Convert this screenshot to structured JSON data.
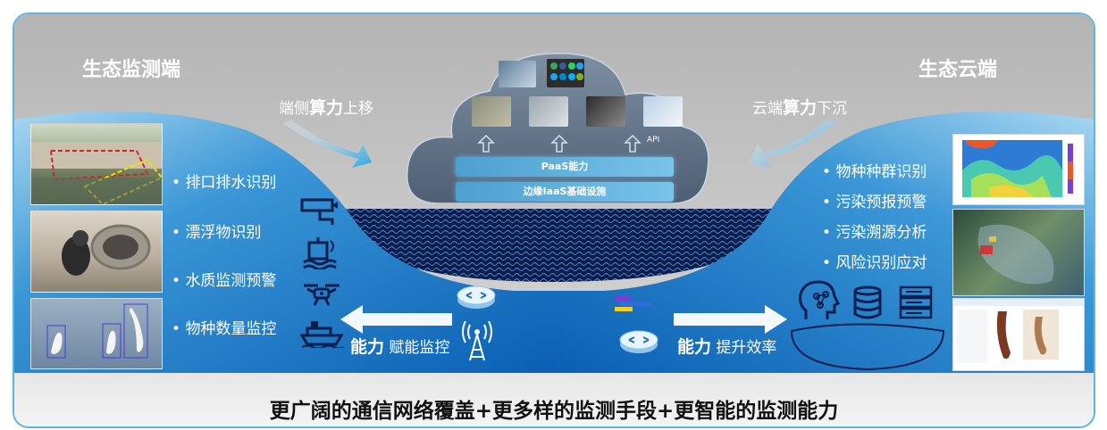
{
  "left": {
    "title": "生态监测端",
    "move_prefix": "端侧",
    "move_bold": "算力",
    "move_suffix": "上移",
    "bullets": [
      "排口排水识别",
      "漂浮物识别",
      "水质监测预警",
      "物种数量监控"
    ]
  },
  "right": {
    "title": "生态云端",
    "move_prefix": "云端",
    "move_bold": "算力",
    "move_suffix": "下沉",
    "bullets": [
      "物种种群识别",
      "污染预报预警",
      "污染溯源分析",
      "风险识别应对"
    ]
  },
  "cloud": {
    "api_label": "API",
    "paas_label": "PaaS能力",
    "iaas_label": "边缘IaaS基础设施"
  },
  "bottom_left": {
    "bold": "能力",
    "text": "赋能监控"
  },
  "bottom_right": {
    "bold": "能力",
    "text": "提升效率"
  },
  "caption": "更广阔的通信网络覆盖+更多样的监测手段+更智能的监测能力",
  "colors": {
    "blue_dark": "#0a5fb4",
    "blue_light": "#7fc6ee",
    "gray_bg": "#bdbdbd",
    "accent": "#2aa7e0"
  },
  "icons": [
    "camera-icon",
    "water-sensor-icon",
    "drone-icon",
    "ship-icon",
    "router-icon",
    "antenna-icon",
    "ai-head-icon",
    "database-icon",
    "server-icon",
    "cloud-icon"
  ]
}
